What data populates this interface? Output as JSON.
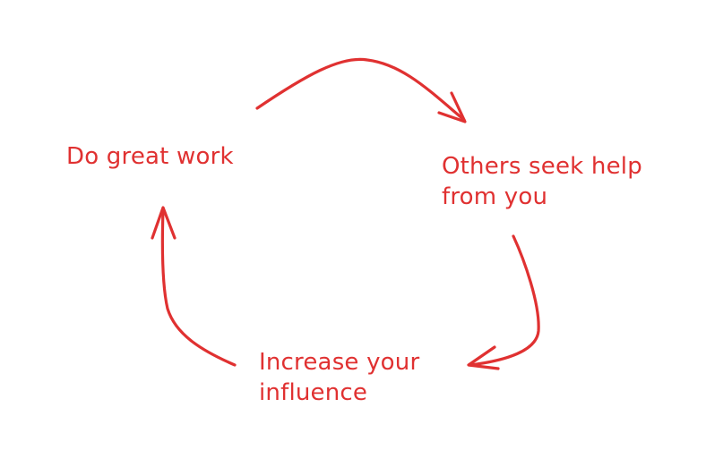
{
  "colors": {
    "accent": "#e03131",
    "background": "#ffffff"
  },
  "nodes": [
    {
      "id": "do-great-work",
      "lines": [
        "Do great work"
      ]
    },
    {
      "id": "others-seek-help",
      "lines": [
        "Others seek help",
        "from you"
      ]
    },
    {
      "id": "increase-influence",
      "lines": [
        "Increase your",
        "influence"
      ]
    }
  ],
  "edges": [
    {
      "from": "do-great-work",
      "to": "others-seek-help"
    },
    {
      "from": "others-seek-help",
      "to": "increase-influence"
    },
    {
      "from": "increase-influence",
      "to": "do-great-work"
    }
  ]
}
